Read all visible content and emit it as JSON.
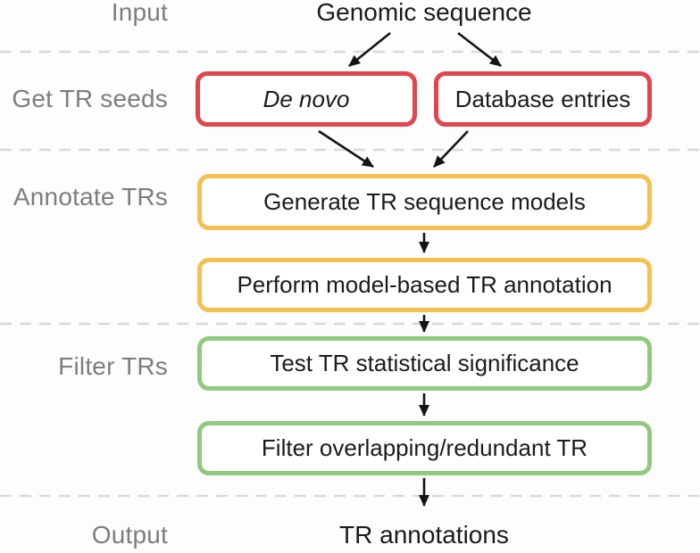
{
  "diagram": {
    "title_semantic": "Tandem repeat (TR) annotation pipeline flowchart",
    "colors": {
      "seed_box_border_red": "#e2454e",
      "annotate_box_border_yellow": "#f4c04f",
      "filter_box_border_green": "#8fca7f",
      "stage_label_gray": "#7b7d7f",
      "node_text_black": "#1b1b1b",
      "arrow_black": "#141414",
      "divider_dash_gray": "#d9d9d9",
      "background": "#fdfdfd",
      "box_fill": "#ffffff"
    },
    "stages": [
      {
        "label": "Input"
      },
      {
        "label": "Get TR seeds"
      },
      {
        "label": "Annotate TRs"
      },
      {
        "label": "Filter TRs"
      },
      {
        "label": "Output"
      }
    ],
    "nodes": {
      "input": {
        "label": "Genomic sequence"
      },
      "output": {
        "label": "TR annotations"
      }
    },
    "boxes": [
      {
        "id": "de-novo",
        "label": "De novo",
        "color": "red",
        "italic": true
      },
      {
        "id": "database-entries",
        "label": "Database entries",
        "color": "red",
        "italic": false
      },
      {
        "id": "generate-models",
        "label": "Generate TR sequence models",
        "color": "yellow",
        "italic": false
      },
      {
        "id": "model-annotation",
        "label": "Perform model-based TR annotation",
        "color": "yellow",
        "italic": false
      },
      {
        "id": "test-significance",
        "label": "Test TR statistical significance",
        "color": "green",
        "italic": false
      },
      {
        "id": "filter-redundant",
        "label": "Filter overlapping/redundant TR",
        "color": "green",
        "italic": false
      }
    ],
    "edges": [
      {
        "from": "genomic-sequence",
        "to": "de-novo"
      },
      {
        "from": "genomic-sequence",
        "to": "database-entries"
      },
      {
        "from": "de-novo",
        "to": "generate-models"
      },
      {
        "from": "database-entries",
        "to": "generate-models"
      },
      {
        "from": "generate-models",
        "to": "model-annotation"
      },
      {
        "from": "model-annotation",
        "to": "test-significance"
      },
      {
        "from": "test-significance",
        "to": "filter-redundant"
      },
      {
        "from": "filter-redundant",
        "to": "tr-annotations"
      }
    ]
  }
}
